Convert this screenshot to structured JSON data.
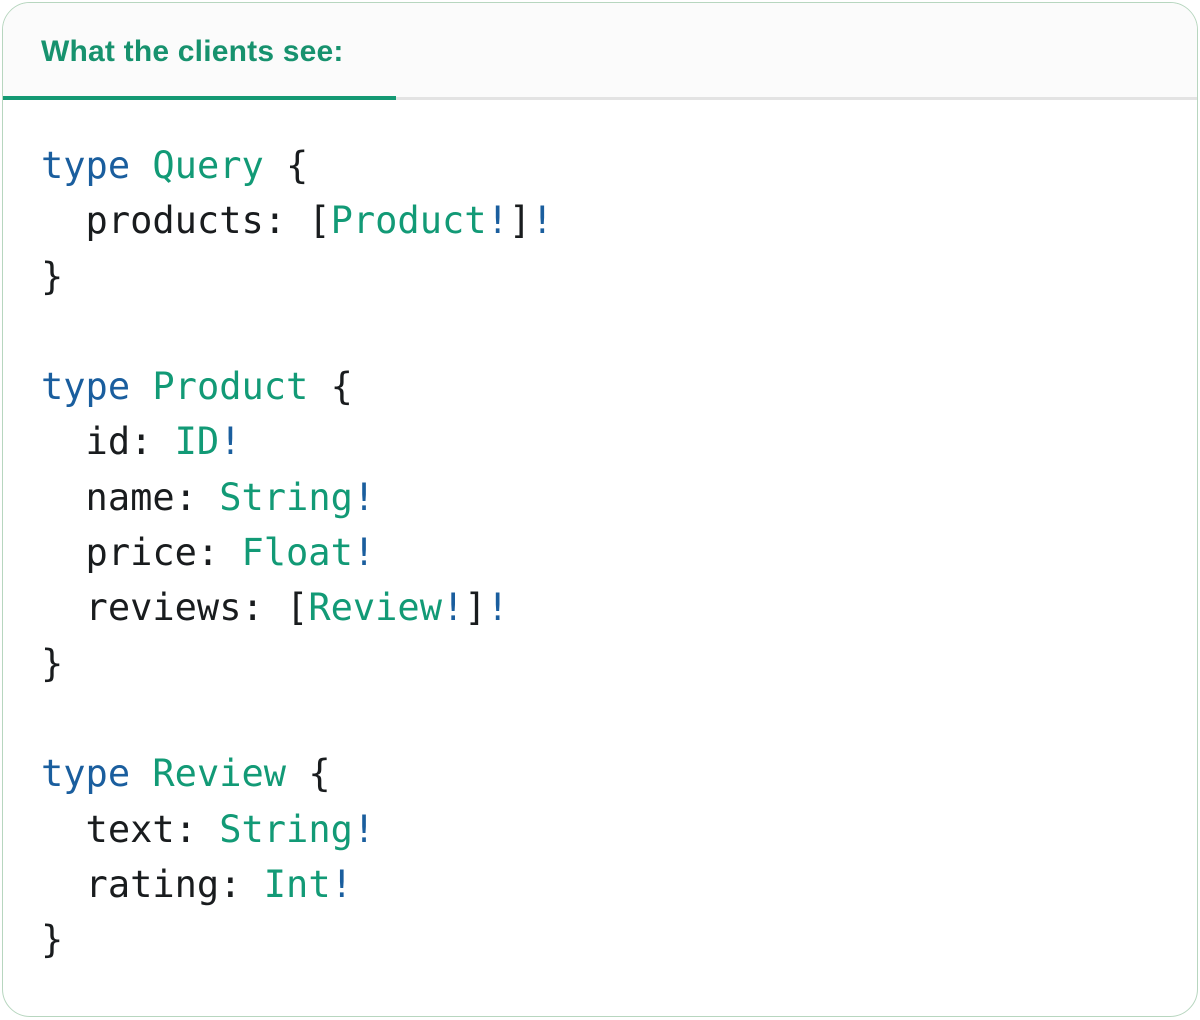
{
  "tab": {
    "label": "What the clients see:"
  },
  "colors": {
    "kw_blue": "#1A5E9E",
    "type_teal": "#129A76",
    "code_text": "#191C1E",
    "tab_text": "#17926E",
    "tab_underline": "#149973",
    "tabbar_bg": "#FBFBFB",
    "tabbar_divider": "#E3E3E3",
    "card_border": "#B7D6BF",
    "card_bg": "#FFFFFF"
  },
  "code": {
    "language": "graphql",
    "lines": [
      [
        {
          "c": "keyword",
          "t": "type "
        },
        {
          "c": "typename",
          "t": "Query"
        },
        {
          "c": "plain",
          "t": " {"
        }
      ],
      [
        {
          "c": "plain",
          "t": "  products: ["
        },
        {
          "c": "typename",
          "t": "Product"
        },
        {
          "c": "bang",
          "t": "!"
        },
        {
          "c": "plain",
          "t": "]"
        },
        {
          "c": "bang",
          "t": "!"
        }
      ],
      [
        {
          "c": "plain",
          "t": "}"
        }
      ],
      [],
      [
        {
          "c": "keyword",
          "t": "type "
        },
        {
          "c": "typename",
          "t": "Product"
        },
        {
          "c": "plain",
          "t": " {"
        }
      ],
      [
        {
          "c": "plain",
          "t": "  id: "
        },
        {
          "c": "typename",
          "t": "ID"
        },
        {
          "c": "bang",
          "t": "!"
        }
      ],
      [
        {
          "c": "plain",
          "t": "  name: "
        },
        {
          "c": "typename",
          "t": "String"
        },
        {
          "c": "bang",
          "t": "!"
        }
      ],
      [
        {
          "c": "plain",
          "t": "  price: "
        },
        {
          "c": "typename",
          "t": "Float"
        },
        {
          "c": "bang",
          "t": "!"
        }
      ],
      [
        {
          "c": "plain",
          "t": "  reviews: ["
        },
        {
          "c": "typename",
          "t": "Review"
        },
        {
          "c": "bang",
          "t": "!"
        },
        {
          "c": "plain",
          "t": "]"
        },
        {
          "c": "bang",
          "t": "!"
        }
      ],
      [
        {
          "c": "plain",
          "t": "}"
        }
      ],
      [],
      [
        {
          "c": "keyword",
          "t": "type "
        },
        {
          "c": "typename",
          "t": "Review"
        },
        {
          "c": "plain",
          "t": " {"
        }
      ],
      [
        {
          "c": "plain",
          "t": "  text: "
        },
        {
          "c": "typename",
          "t": "String"
        },
        {
          "c": "bang",
          "t": "!"
        }
      ],
      [
        {
          "c": "plain",
          "t": "  rating: "
        },
        {
          "c": "typename",
          "t": "Int"
        },
        {
          "c": "bang",
          "t": "!"
        }
      ],
      [
        {
          "c": "plain",
          "t": "}"
        }
      ]
    ]
  }
}
